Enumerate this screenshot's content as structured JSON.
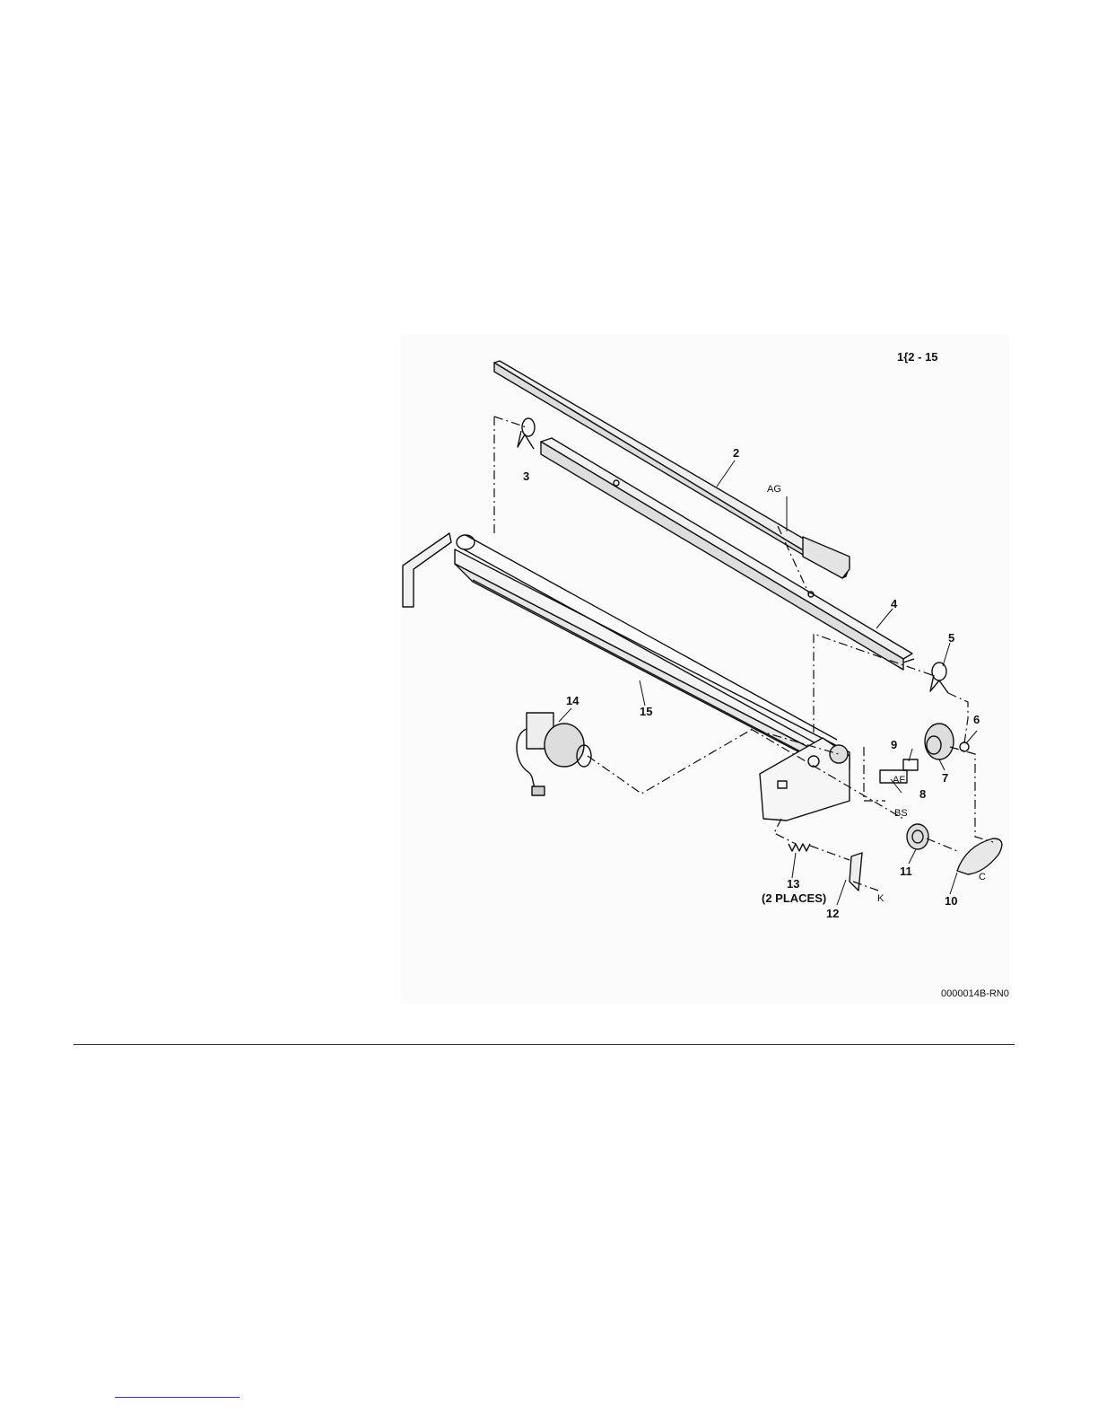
{
  "figure": {
    "range_label": "1{2 - 15",
    "figure_id": "0000014B-RN0",
    "callouts": {
      "c2": "2",
      "c3": "3",
      "c4": "4",
      "c5": "5",
      "c6": "6",
      "c7": "7",
      "c8": "8",
      "c9": "9",
      "c10": "10",
      "c11": "11",
      "c12": "12",
      "c13": "13",
      "c13_note": "(2 PLACES)",
      "c14": "14",
      "c15": "15"
    },
    "refs": {
      "AG": "AG",
      "AF": "AF",
      "BS": "BS",
      "C": "C",
      "K": "K"
    }
  }
}
